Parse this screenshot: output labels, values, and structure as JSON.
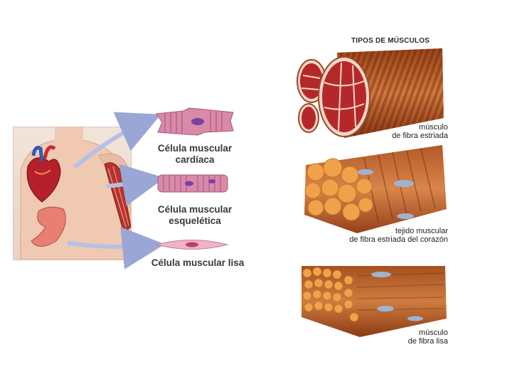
{
  "left_diagram": {
    "labels": {
      "cardiac": "Célula muscular\ncardíaca",
      "skeletal": "Célula muscular\nesquelética",
      "smooth": "Célula muscular lisa"
    }
  },
  "right_diagram": {
    "title": "TIPOS DE MÚSCULOS",
    "captions": {
      "striated": "músculo\nde fibra estriada",
      "cardiac_tissue": "tejido muscular\nde fibra estriada del corazón",
      "smooth": "músculo\nde fibra lisa"
    }
  },
  "colors": {
    "muscle_dark": "#8a3512",
    "muscle_mid": "#c2622e",
    "muscle_light": "#e29a5c",
    "cell_pink": "#d98aa8",
    "nucleus_purple": "#7b3fa8",
    "arrow_blue": "#9aa7d6",
    "fiber_orange": "#f0a24a"
  }
}
